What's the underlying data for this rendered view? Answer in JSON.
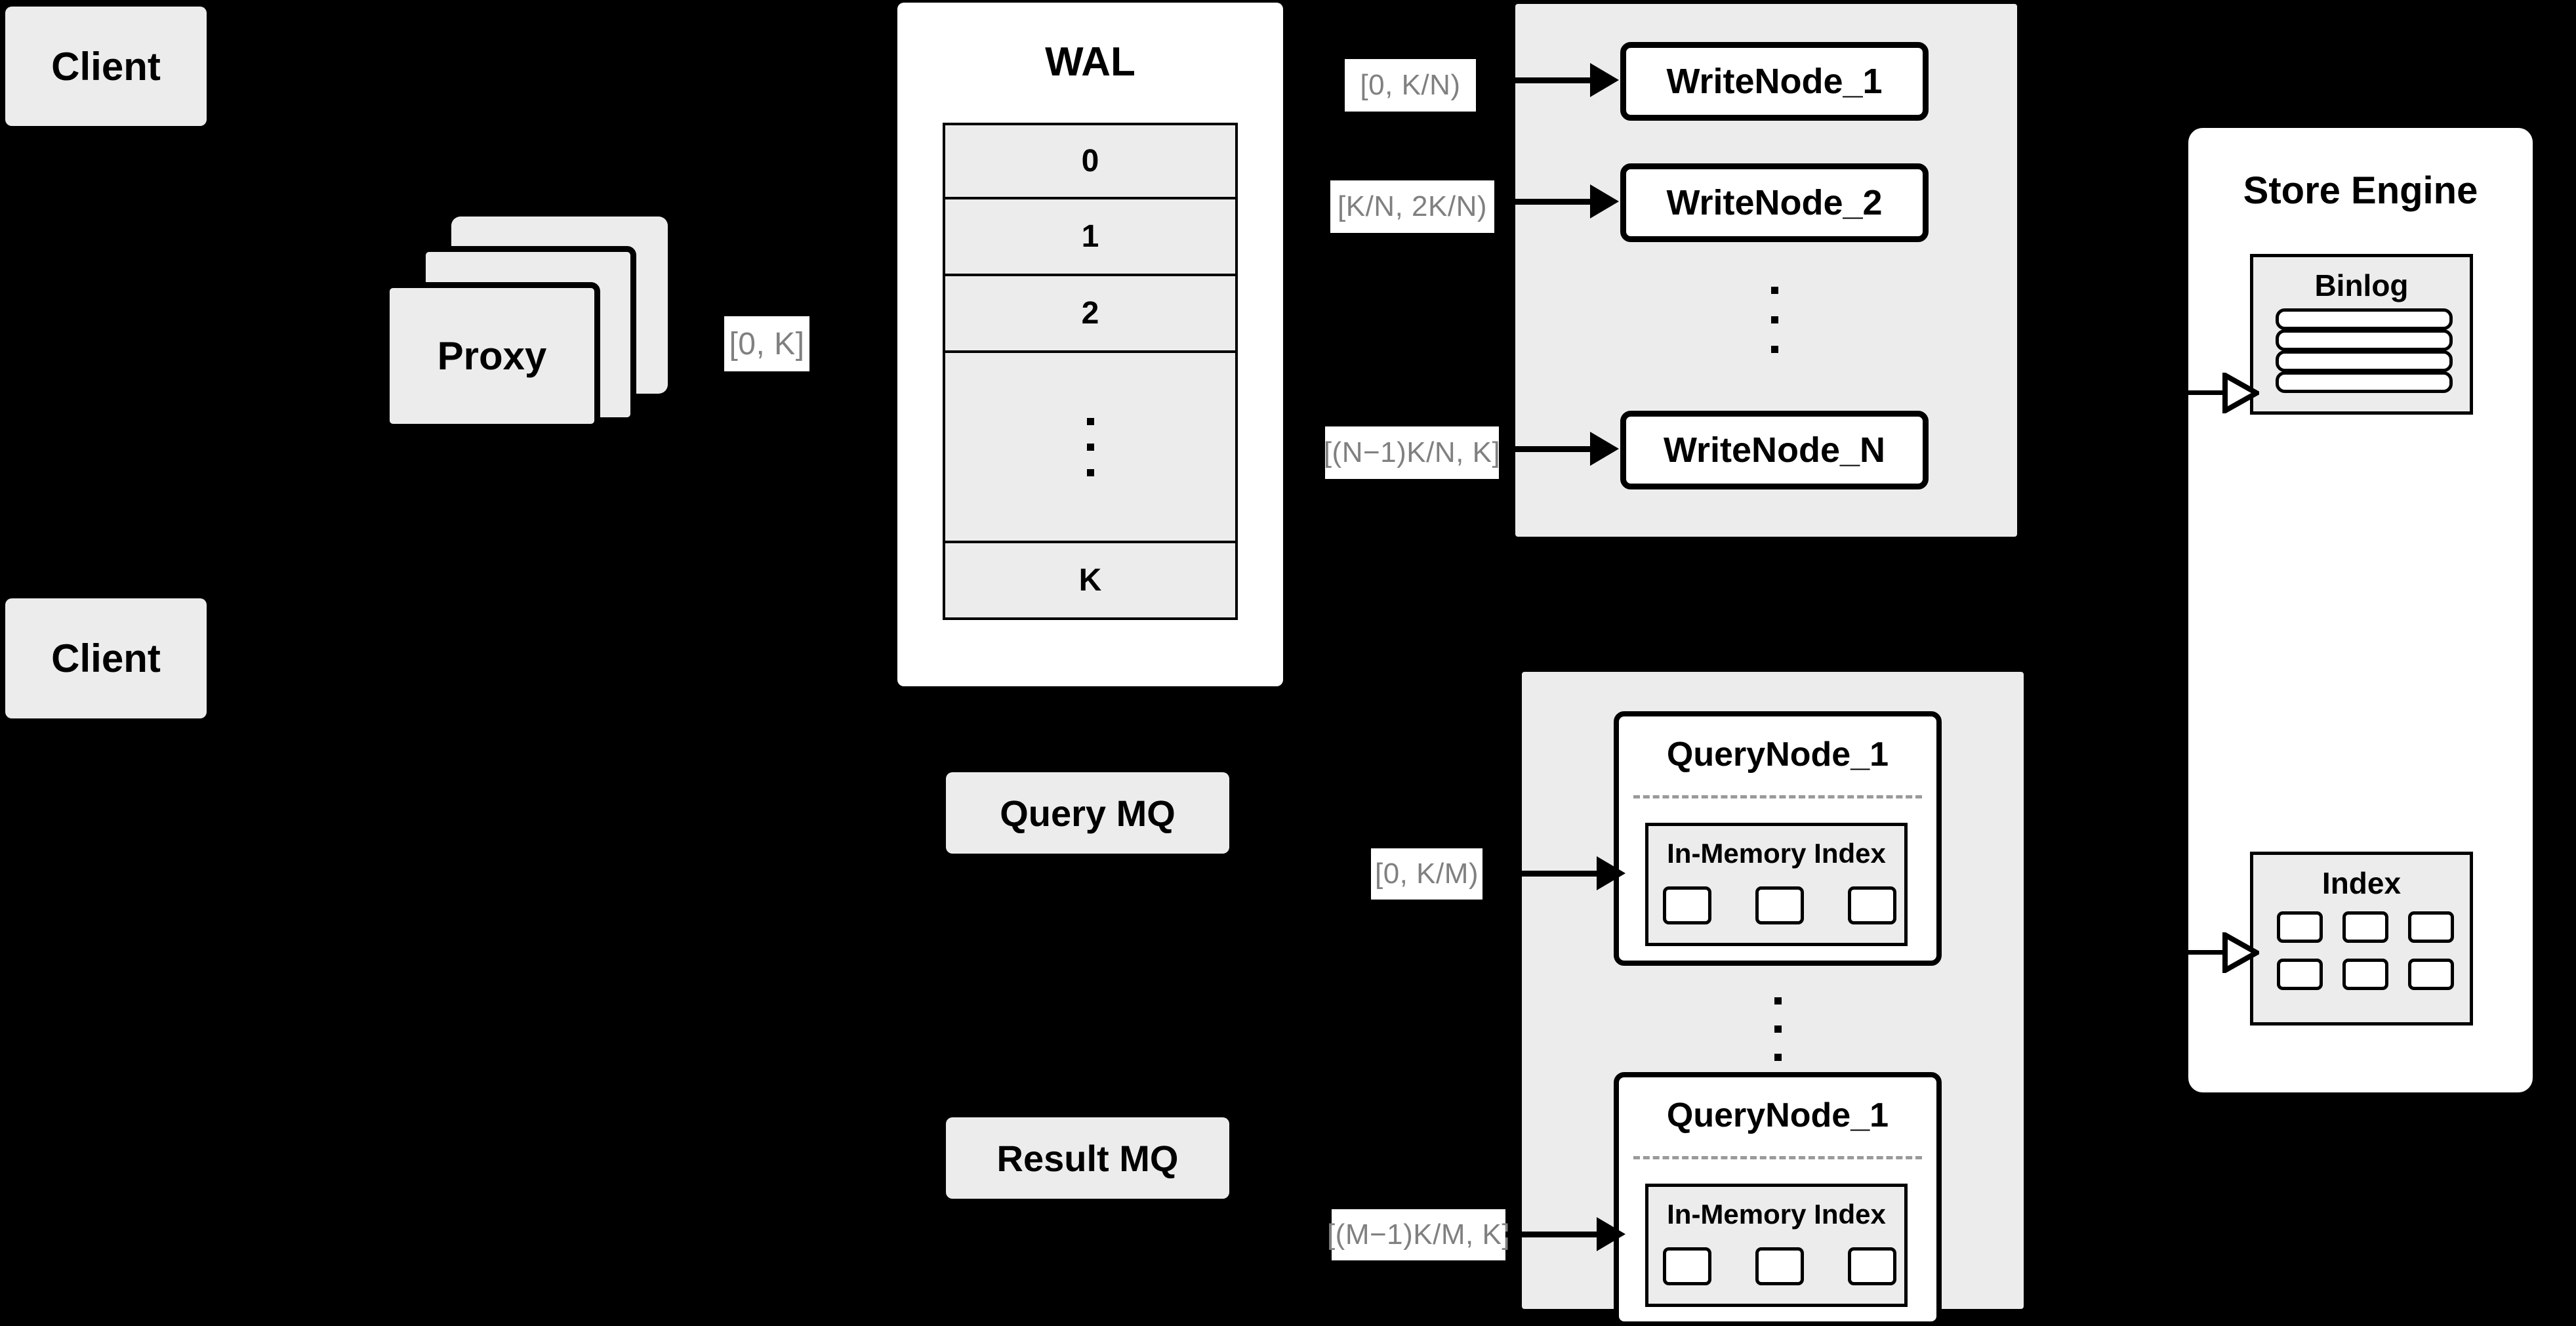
{
  "diagram": {
    "title": "Distributed Write/Query Architecture",
    "colors": {
      "background": "#000000",
      "box_fill": "#ececec",
      "panel_fill": "#ffffff",
      "stroke": "#000000",
      "label_text": "#808080",
      "divider": "#9a9a9a"
    }
  },
  "clients": [
    {
      "label": "Client"
    },
    {
      "label": "Client"
    }
  ],
  "proxy": {
    "label": "Proxy",
    "stack_count": 3,
    "range_label": "[0, K]"
  },
  "wal": {
    "title": "WAL",
    "rows": [
      "0",
      "1",
      "2",
      "⋮",
      "K"
    ],
    "ellipsis_row_index": 3
  },
  "write_pool": {
    "nodes": [
      {
        "label": "WriteNode_1",
        "range_label": "[0,  K/N)"
      },
      {
        "label": "WriteNode_2",
        "range_label": "[K/N, 2K/N)"
      },
      {
        "label": "WriteNode_N",
        "range_label": "[(N−1)K/N,  K]"
      }
    ],
    "ellipsis": "⋮"
  },
  "query_pool": {
    "nodes": [
      {
        "label": "QueryNode_1",
        "range_label": "[0, K/M)",
        "index": {
          "title": "In-Memory Index",
          "cell_count": 3
        }
      },
      {
        "label": "QueryNode_1",
        "range_label": "[(M−1)K/M, K]",
        "index": {
          "title": "In-Memory Index",
          "cell_count": 3
        }
      }
    ],
    "ellipsis": "⋮"
  },
  "message_queues": [
    {
      "label": "Query MQ"
    },
    {
      "label": "Result MQ"
    }
  ],
  "store_engine": {
    "title": "Store Engine",
    "binlog": {
      "title": "Binlog",
      "bar_count": 4
    },
    "index": {
      "title": "Index",
      "rows": 2,
      "cols": 3,
      "cell_count": 6
    }
  }
}
